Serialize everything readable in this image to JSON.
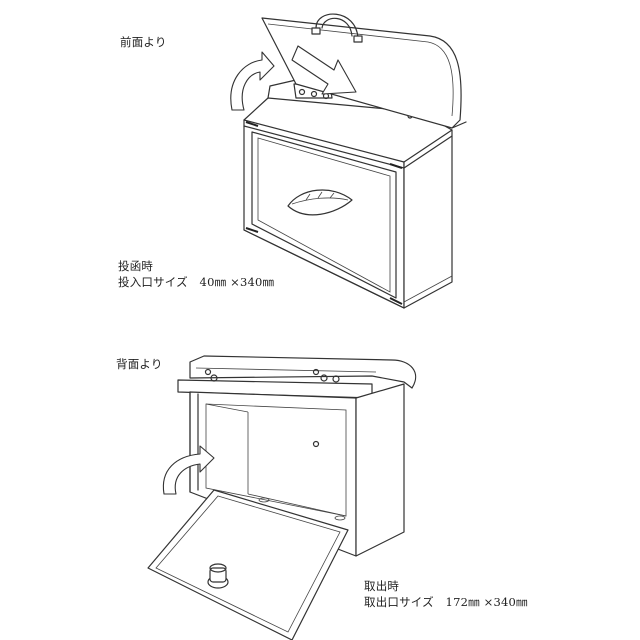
{
  "top_view": {
    "view_label": "前面より",
    "caption_title": "投函時",
    "caption_detail": "投入口サイズ　40㎜ ×340㎜"
  },
  "bottom_view": {
    "view_label": "背面より",
    "caption_title": "取出時",
    "caption_detail": "取出口サイズ　172㎜ ×340㎜"
  }
}
